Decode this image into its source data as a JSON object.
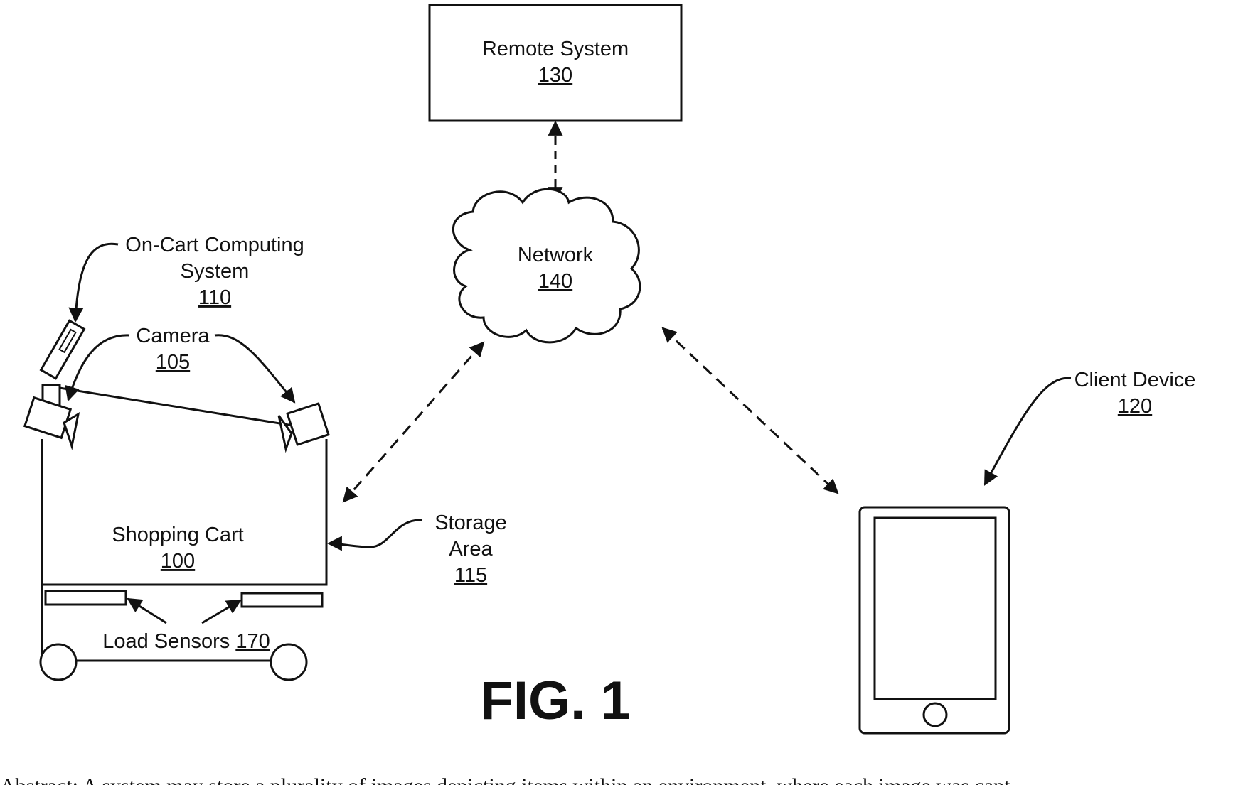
{
  "figure": {
    "label": "FIG. 1"
  },
  "components": {
    "remote_system": {
      "name": "Remote System",
      "ref": "130"
    },
    "network": {
      "name": "Network",
      "ref": "140"
    },
    "on_cart_computing": {
      "name_line1": "On-Cart Computing",
      "name_line2": "System",
      "ref": "110"
    },
    "camera": {
      "name": "Camera",
      "ref": "105"
    },
    "shopping_cart": {
      "name": "Shopping Cart",
      "ref": "100"
    },
    "storage_area": {
      "name_line1": "Storage",
      "name_line2": "Area",
      "ref": "115"
    },
    "load_sensors": {
      "name": "Load Sensors ",
      "ref": "170"
    },
    "client_device": {
      "name": "Client Device",
      "ref": "120"
    }
  },
  "abstract_fragment": "Abstract: A system may store a plurality of images depicting items within an environment, where each image was capt",
  "colors": {
    "ink": "#111111",
    "background": "#ffffff"
  }
}
